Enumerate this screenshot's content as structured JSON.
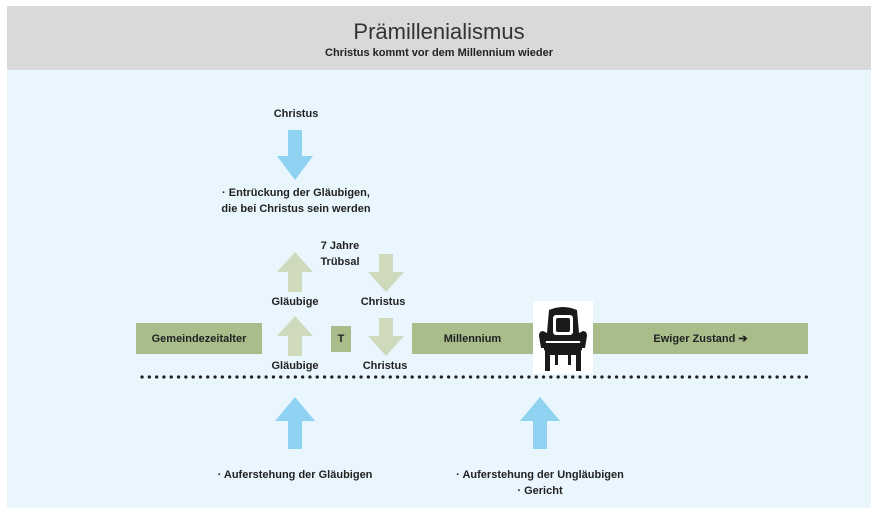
{
  "header": {
    "title": "Prämillenialismus",
    "subtitle": "Christus kommt vor dem Millennium wieder"
  },
  "top": {
    "christus": "Christus",
    "rapture_line1": "· Entrückung der Gläubigen,",
    "rapture_line2": "die bei Christus sein werden"
  },
  "tribulation": {
    "label_line1": "7 Jahre",
    "label_line2": "Trübsal",
    "glaeubige_upper": "Gläubige",
    "christus_upper": "Christus",
    "glaeubige_lower": "Gläubige",
    "christus_lower": "Christus"
  },
  "timeline": {
    "church_age": "Gemeindezeitalter",
    "t_marker": "T",
    "millennium": "Millennium",
    "eternal_state": "Ewiger Zustand ➔"
  },
  "bottom": {
    "resurrection_believers": "· Auferstehung der Gläubigen",
    "resurrection_unbelievers": "· Auferstehung der Ungläubigen",
    "judgment": "· Gericht"
  },
  "colors": {
    "header_bg": "#d9d9d9",
    "canvas_bg": "#e9f6fd",
    "blue_arrow": "#8fd2f2",
    "light_green_arrow": "#cfdabd",
    "bar_green": "#a9bd8b"
  },
  "icons": {
    "throne": "throne-icon",
    "arrow_down": "arrow-down-icon",
    "arrow_up": "arrow-up-icon"
  }
}
